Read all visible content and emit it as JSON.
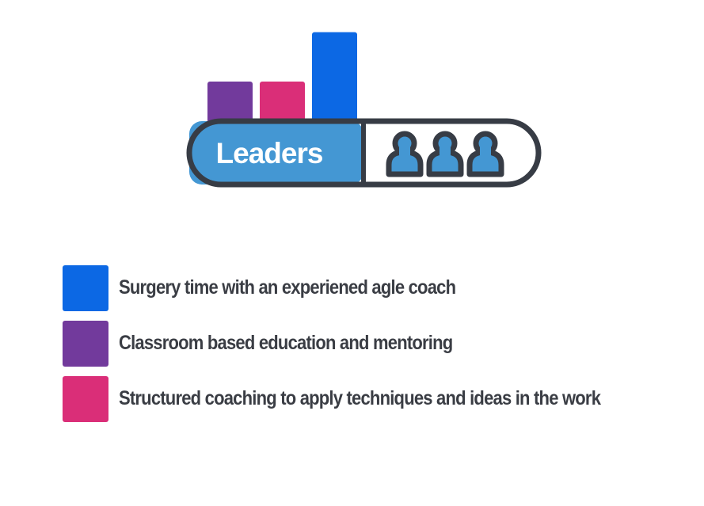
{
  "graphic": {
    "badge_label": "Leaders",
    "people_count": 3,
    "colors": {
      "outline": "#373c45",
      "label_fill": "#4497d3",
      "person_fill": "#4497d3",
      "background": "#ffffff"
    },
    "bars": [
      {
        "series": "classroom",
        "value": 1,
        "color": "#723a9c"
      },
      {
        "series": "coaching",
        "value": 1,
        "color": "#da2e78"
      },
      {
        "series": "surgery",
        "value": 2.3,
        "color": "#0c68e4"
      }
    ]
  },
  "legend": [
    {
      "key": "surgery",
      "label": "Surgery time with an experiened agle coach",
      "color": "#0c68e4"
    },
    {
      "key": "classroom",
      "label": "Classroom based education and mentoring",
      "color": "#723a9c"
    },
    {
      "key": "coaching",
      "label": "Structured coaching to apply techniques and ideas in the work",
      "color": "#da2e78"
    }
  ]
}
